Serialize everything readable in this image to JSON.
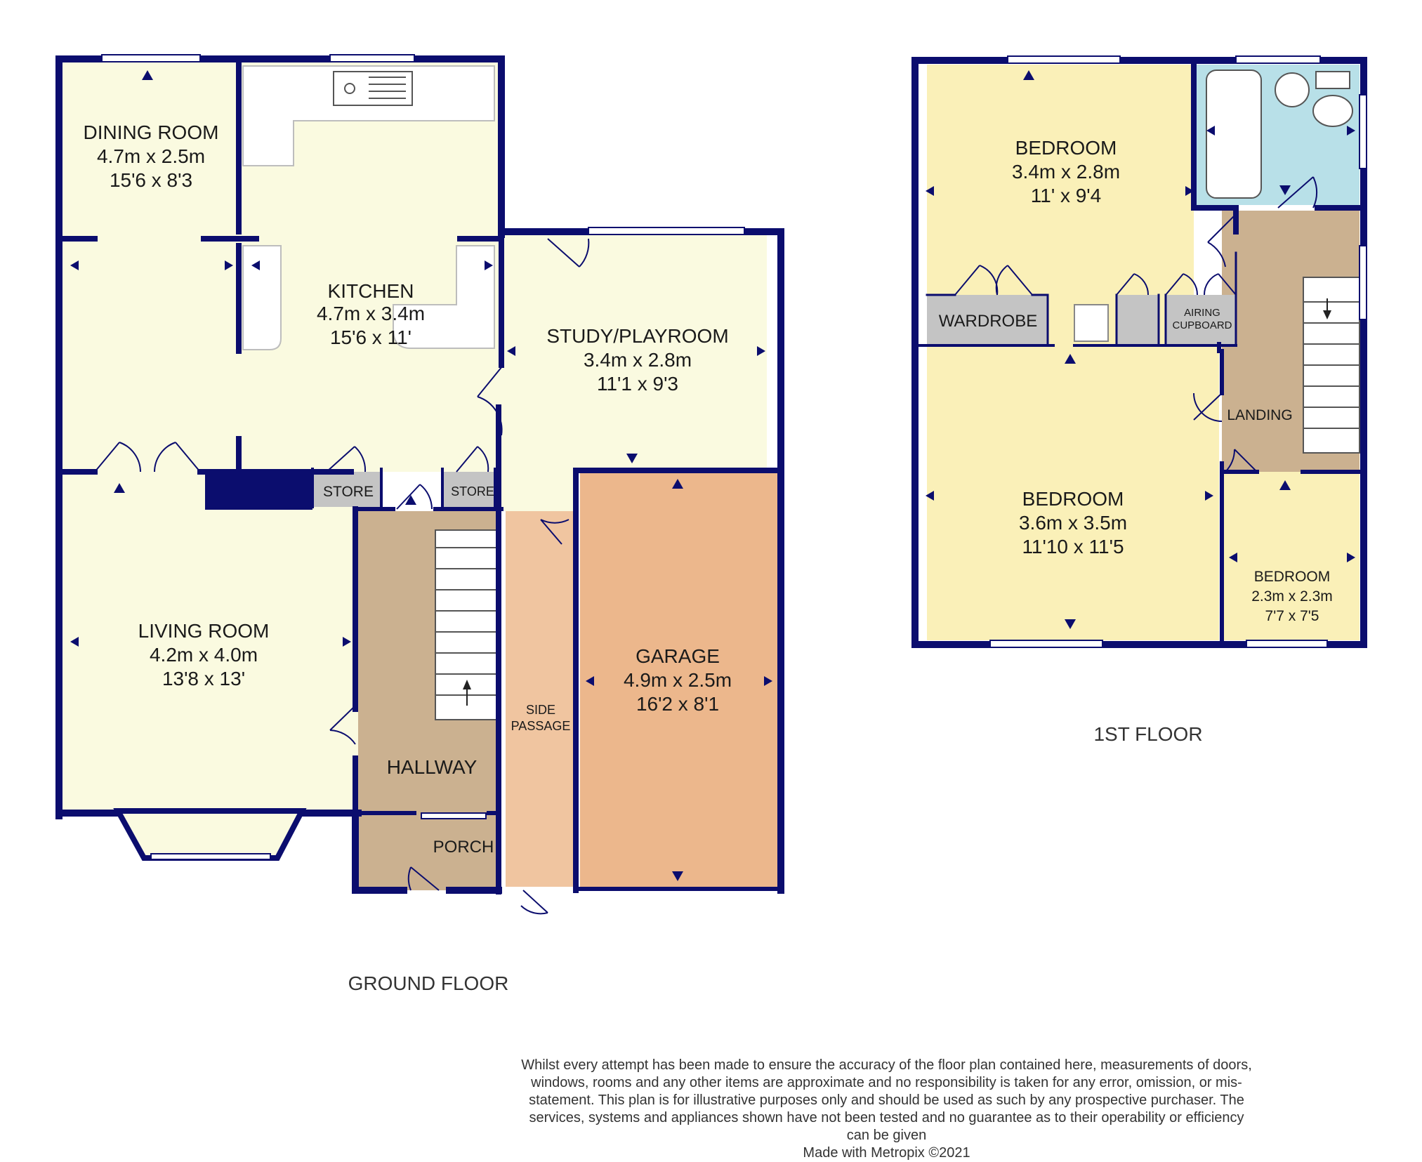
{
  "colors": {
    "wall": "#0b0d6e",
    "reception": "#fafae0",
    "bedroom": "#faf0b8",
    "bathroom": "#b8e0e8",
    "hall": "#cbb190",
    "passage": "#f0c5a0",
    "garage": "#ecb78c",
    "store": "#c4c4c4",
    "kitchen_fittings": "#ffffff"
  },
  "ground_floor": {
    "title": "GROUND FLOOR",
    "rooms": {
      "dining": {
        "name": "DINING ROOM",
        "metric": "4.7m x 2.5m",
        "imperial": "15'6 x 8'3"
      },
      "kitchen": {
        "name": "KITCHEN",
        "metric": "4.7m x 3.4m",
        "imperial": "15'6 x 11'"
      },
      "study": {
        "name": "STUDY/PLAYROOM",
        "metric": "3.4m x 2.8m",
        "imperial": "11'1 x 9'3"
      },
      "living": {
        "name": "LIVING ROOM",
        "metric": "4.2m x 4.0m",
        "imperial": "13'8 x 13'"
      },
      "garage": {
        "name": "GARAGE",
        "metric": "4.9m x 2.5m",
        "imperial": "16'2 x 8'1"
      },
      "hallway": {
        "name": "HALLWAY"
      },
      "porch": {
        "name": "PORCH"
      },
      "side_passage": {
        "line1": "SIDE",
        "line2": "PASSAGE"
      },
      "store_left": {
        "name": "STORE"
      },
      "store_right": {
        "name": "STORE"
      }
    }
  },
  "first_floor": {
    "title": "1ST FLOOR",
    "rooms": {
      "bedroom1": {
        "name": "BEDROOM",
        "metric": "3.4m x 2.8m",
        "imperial": "11' x 9'4"
      },
      "bedroom2": {
        "name": "BEDROOM",
        "metric": "3.6m x 3.5m",
        "imperial": "11'10 x 11'5"
      },
      "bedroom3": {
        "name": "BEDROOM",
        "metric": "2.3m x 2.3m",
        "imperial": "7'7 x 7'5"
      },
      "landing": {
        "name": "LANDING"
      },
      "wardrobe": {
        "name": "WARDROBE"
      },
      "airing": {
        "line1": "AIRING",
        "line2": "CUPBOARD"
      }
    }
  },
  "disclaimer": {
    "text": "Whilst every attempt has been made to ensure the accuracy of the floor plan contained here, measurements of doors, windows, rooms and any other items are approximate and no responsibility is taken for any error, omission, or mis-statement. This plan is for illustrative purposes only and should be used as such by any prospective purchaser. The services, systems and appliances shown have not been tested and no guarantee as to their operability or efficiency can be given",
    "credit": "Made with Metropix ©2021"
  }
}
